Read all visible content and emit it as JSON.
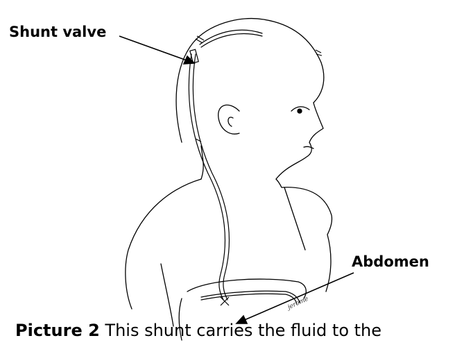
{
  "labels": {
    "shunt_valve": "Shunt valve",
    "abdomen": "Abdomen"
  },
  "caption": {
    "lead": "Picture 2",
    "text": " This shunt carries the fluid to the"
  },
  "artist_signature": "jerome",
  "colors": {
    "line": "#000000",
    "background": "#ffffff"
  }
}
